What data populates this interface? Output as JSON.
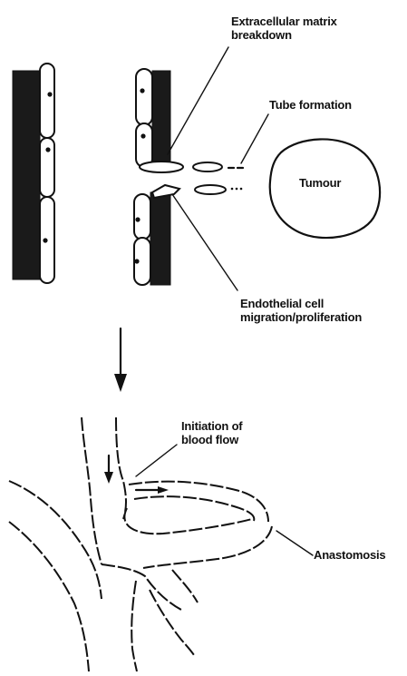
{
  "diagram": {
    "labels": {
      "ecm_line1": "Extracellular matrix",
      "ecm_line2": "breakdown",
      "tube": "Tube formation",
      "tumour": "Tumour",
      "endo_line1": "Endothelial cell",
      "endo_line2": "migration/proliferation",
      "flow_line1": "Initiation of",
      "flow_line2": "blood flow",
      "anastomosis": "Anastomosis"
    }
  }
}
